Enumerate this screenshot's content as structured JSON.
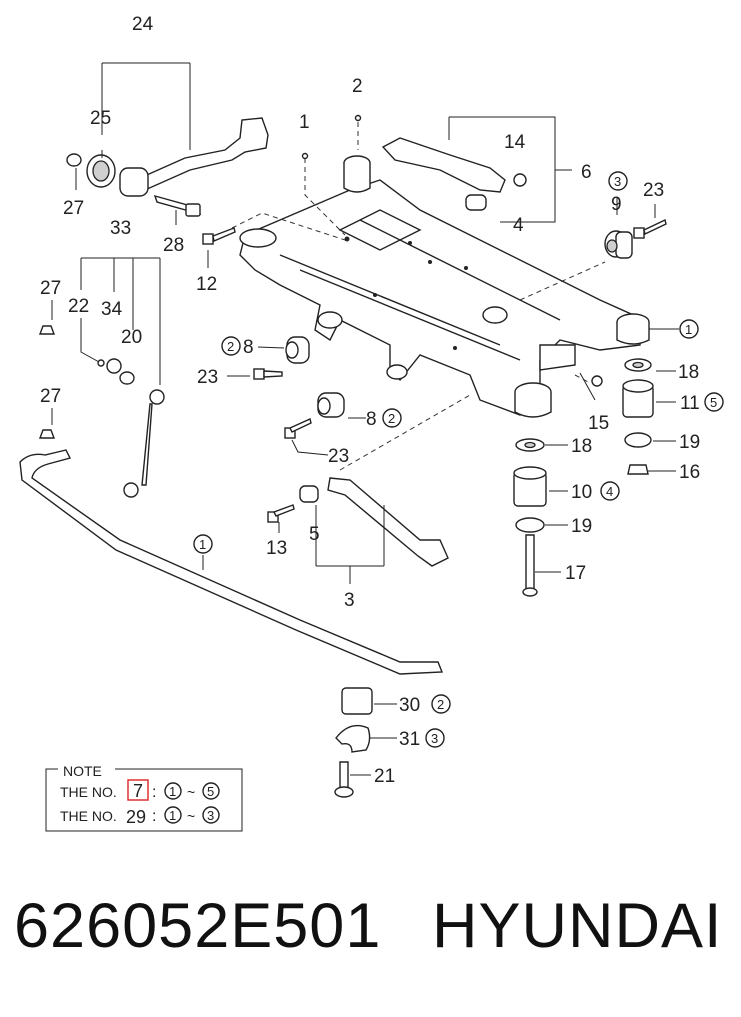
{
  "labels": {
    "l24": "24",
    "l25": "25",
    "l27a": "27",
    "l28": "28",
    "l2": "2",
    "l1": "1",
    "l14": "14",
    "l6": "6",
    "l4": "4",
    "l3c": "3",
    "l9": "9",
    "l23a": "23",
    "l12": "12",
    "l33": "33",
    "l27b": "27",
    "l22": "22",
    "l34": "34",
    "l20": "20",
    "l1c": "1",
    "l2c": "2",
    "l8a": "8",
    "l23b": "23",
    "l18a": "18",
    "l15": "15",
    "l11": "11",
    "l5c": "5",
    "l27c": "27",
    "l8b": "8",
    "l2d": "2",
    "l23c": "23",
    "l18b": "18",
    "l19a": "19",
    "l16": "16",
    "l10": "10",
    "l4c": "4",
    "l19b": "19",
    "l17": "17",
    "l13": "13",
    "l5": "5",
    "l3": "3",
    "l1d": "1",
    "l30": "30",
    "l2e": "2",
    "l31": "31",
    "l3d": "3",
    "l21": "21"
  },
  "note": {
    "title": "NOTE",
    "line1_prefix": "THE NO.",
    "line1_number": "7",
    "line1_range_start": "1",
    "line1_range_end": "5",
    "line2_prefix": "THE NO.",
    "line2_number": "29",
    "line2_range_start": "1",
    "line2_range_end": "3",
    "colon": ":",
    "tilde": "~"
  },
  "footer": {
    "part_number": "626052E501",
    "brand": "HYUNDAI"
  },
  "colors": {
    "highlight": "#e03030",
    "line": "#222222"
  }
}
